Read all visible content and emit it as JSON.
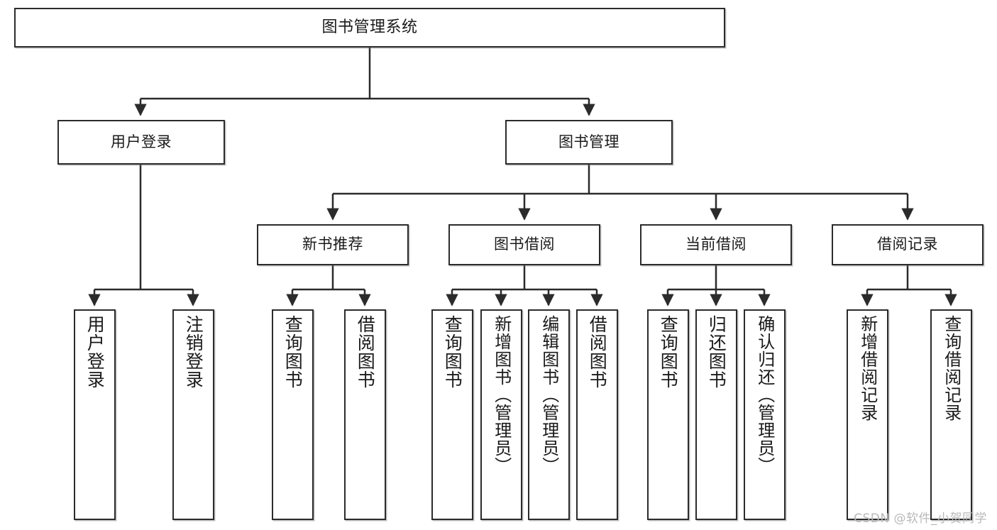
{
  "diagram": {
    "type": "tree",
    "title": "图书管理系统",
    "watermark": "CSDN @软件_小贺同学",
    "colors": {
      "box_border": "#2b2b2b",
      "box_fill": "#ffffff",
      "edge": "#2b2b2b",
      "text": "#1a1a1a",
      "watermark": "#b9b9b9"
    },
    "levels": [
      {
        "level": 1,
        "orientation": "horizontal",
        "nodes": [
          {
            "id": "root",
            "label": "图书管理系统"
          }
        ]
      },
      {
        "level": 2,
        "orientation": "horizontal",
        "nodes": [
          {
            "id": "l2a",
            "label": "用户登录",
            "parent": "root"
          },
          {
            "id": "l2b",
            "label": "图书管理",
            "parent": "root"
          }
        ]
      },
      {
        "level": 3,
        "orientation": "horizontal",
        "nodes": [
          {
            "id": "l3a",
            "label": "新书推荐",
            "parent": "l2b"
          },
          {
            "id": "l3b",
            "label": "图书借阅",
            "parent": "l2b"
          },
          {
            "id": "l3c",
            "label": "当前借阅",
            "parent": "l2b"
          },
          {
            "id": "l3d",
            "label": "借阅记录",
            "parent": "l2b"
          }
        ]
      },
      {
        "level": 4,
        "orientation": "vertical",
        "nodes": [
          {
            "id": "leaf1",
            "label": "用户登录",
            "parent": "l2a"
          },
          {
            "id": "leaf2",
            "label": "注销登录",
            "parent": "l2a"
          },
          {
            "id": "leaf3",
            "label": "查询图书",
            "parent": "l3a"
          },
          {
            "id": "leaf4",
            "label": "借阅图书",
            "parent": "l3a"
          },
          {
            "id": "leaf5",
            "label": "查询图书",
            "parent": "l3b"
          },
          {
            "id": "leaf6",
            "label": "新增图书（管理员）",
            "parent": "l3b"
          },
          {
            "id": "leaf7",
            "label": "编辑图书（管理员）",
            "parent": "l3b"
          },
          {
            "id": "leaf8",
            "label": "借阅图书",
            "parent": "l3b"
          },
          {
            "id": "leaf9",
            "label": "查询图书",
            "parent": "l3c"
          },
          {
            "id": "leaf10",
            "label": "归还图书",
            "parent": "l3c"
          },
          {
            "id": "leaf11",
            "label": "确认归还（管理员）",
            "parent": "l3c"
          },
          {
            "id": "leaf12",
            "label": "新增借阅记录",
            "parent": "l3d"
          },
          {
            "id": "leaf13",
            "label": "查询借阅记录",
            "parent": "l3d"
          }
        ]
      }
    ]
  }
}
